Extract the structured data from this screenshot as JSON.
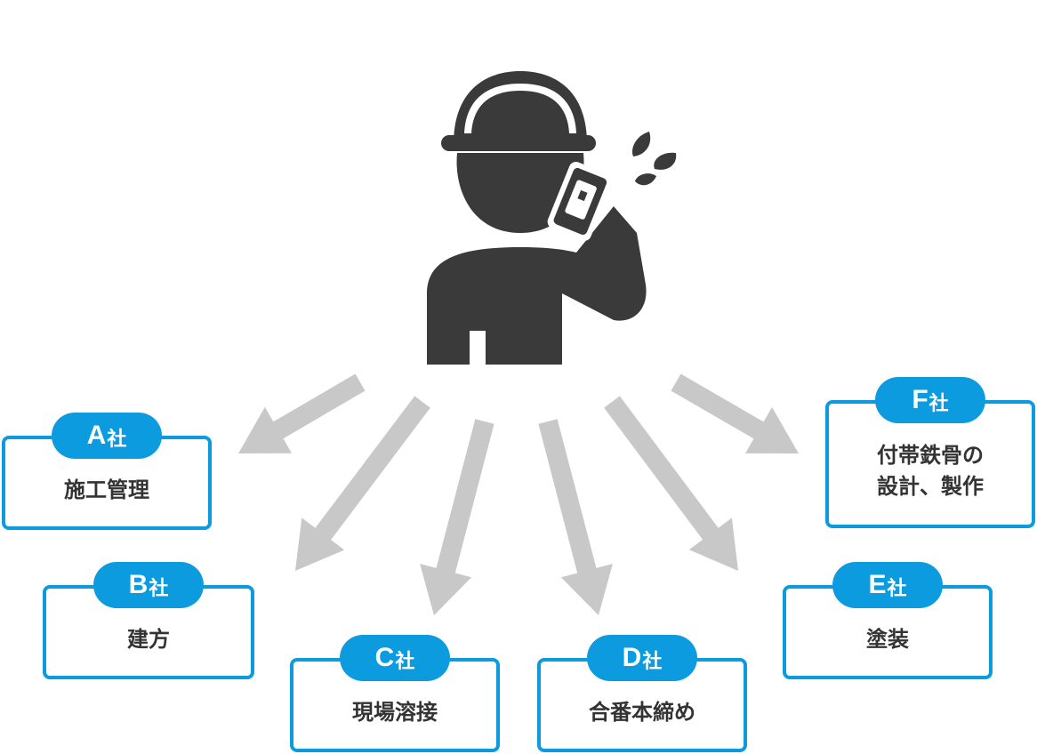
{
  "colors": {
    "accent": "#0d9be0",
    "icon": "#3a3a3a",
    "arrow": "#c8c8c8",
    "text": "#333333"
  },
  "center_icon": "worker-on-phone-icon",
  "companies": [
    {
      "letter": "A",
      "suffix": "社",
      "label": "施工管理"
    },
    {
      "letter": "B",
      "suffix": "社",
      "label": "建方"
    },
    {
      "letter": "C",
      "suffix": "社",
      "label": "現場溶接"
    },
    {
      "letter": "D",
      "suffix": "社",
      "label": "合番本締め"
    },
    {
      "letter": "E",
      "suffix": "社",
      "label": "塗装"
    },
    {
      "letter": "F",
      "suffix": "社",
      "label": "付帯鉄骨の\n設計、製作"
    }
  ]
}
